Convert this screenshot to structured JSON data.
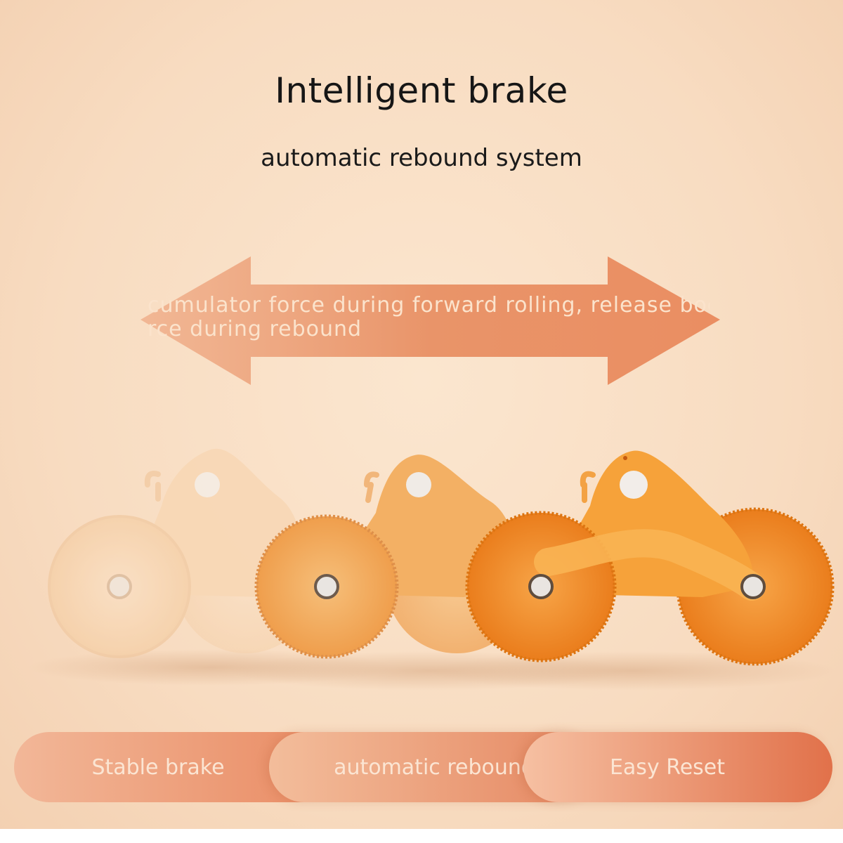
{
  "header": {
    "title": "Intelligent brake",
    "subtitle": "automatic rebound system"
  },
  "arrow": {
    "line1": "cumulator force during forward rolling, release boo",
    "line2": "rce during rebound",
    "color": "#ec9b74"
  },
  "rollers": [
    {
      "name": "roller-faded",
      "color": "#f7cda3"
    },
    {
      "name": "roller-medium",
      "color": "#f3aa5a"
    },
    {
      "name": "roller-bright",
      "color": "#f39a2c"
    }
  ],
  "features": [
    {
      "label": "Stable brake"
    },
    {
      "label": "automatic rebound"
    },
    {
      "label": "Easy Reset"
    }
  ]
}
